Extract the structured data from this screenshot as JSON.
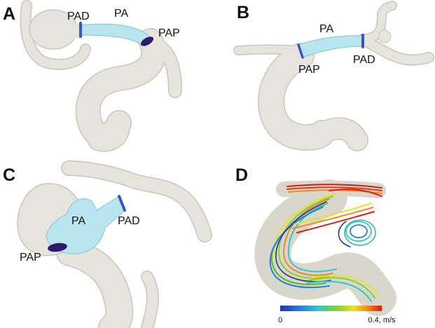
{
  "panels": [
    {
      "letter": "A",
      "labels": [
        "PAD",
        "PA",
        "PAP"
      ]
    },
    {
      "letter": "B",
      "labels": [
        "PA",
        "PAP",
        "PAD"
      ]
    },
    {
      "letter": "C",
      "labels": [
        "PA",
        "PAD",
        "PAP"
      ]
    },
    {
      "letter": "D"
    }
  ],
  "colorbar": {
    "min_label": "0",
    "max_label": "0.4, m/s"
  },
  "colors": {
    "vessel_fill": "#e6e4dc",
    "vessel_stroke": "#c9c6bb",
    "segment_fill": "#b9e6ee",
    "segment_stroke": "#8fcad8",
    "pad_ring": "#3557c9",
    "pap_ring": "#2e1a6b"
  }
}
